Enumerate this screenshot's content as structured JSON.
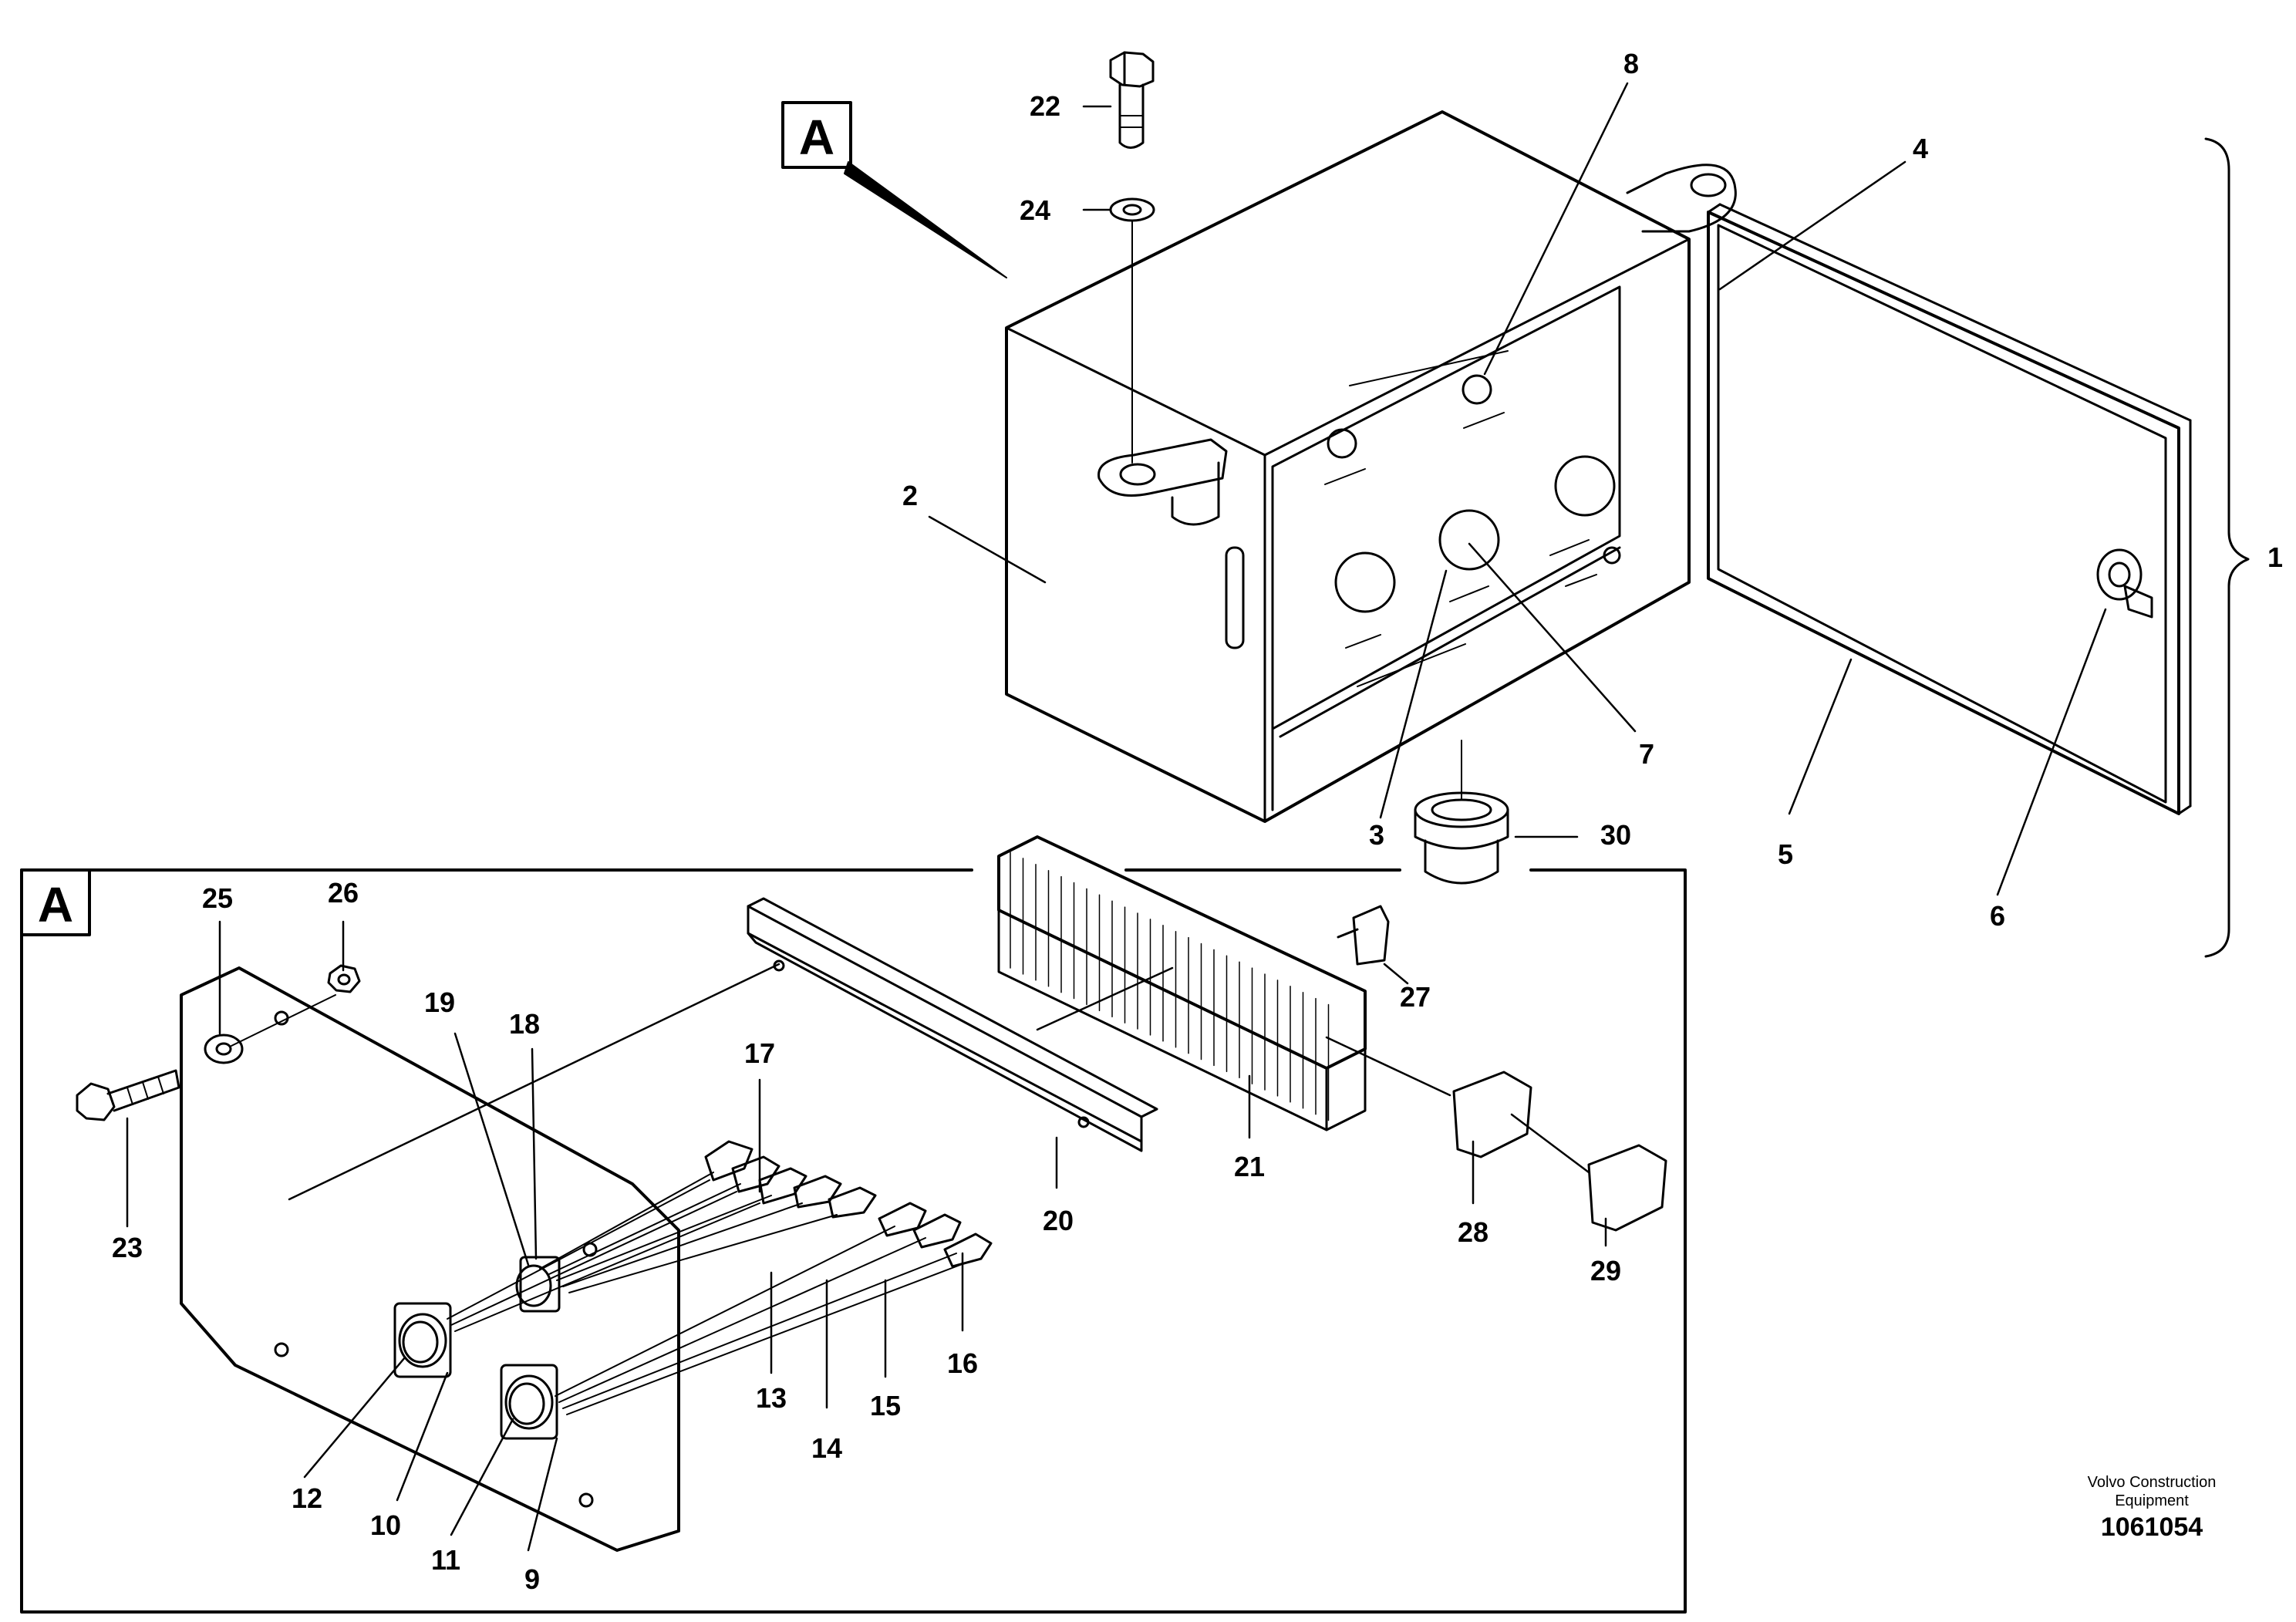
{
  "view_tag": "A",
  "detail_tag": "A",
  "callouts": [
    "1",
    "2",
    "3",
    "4",
    "5",
    "6",
    "7",
    "8",
    "9",
    "10",
    "11",
    "12",
    "13",
    "14",
    "15",
    "16",
    "17",
    "18",
    "19",
    "20",
    "21",
    "22",
    "23",
    "24",
    "25",
    "26",
    "27",
    "28",
    "29",
    "30"
  ],
  "publisher": {
    "line1": "Volvo Construction",
    "line2": "Equipment",
    "drawing_number": "1061054"
  }
}
